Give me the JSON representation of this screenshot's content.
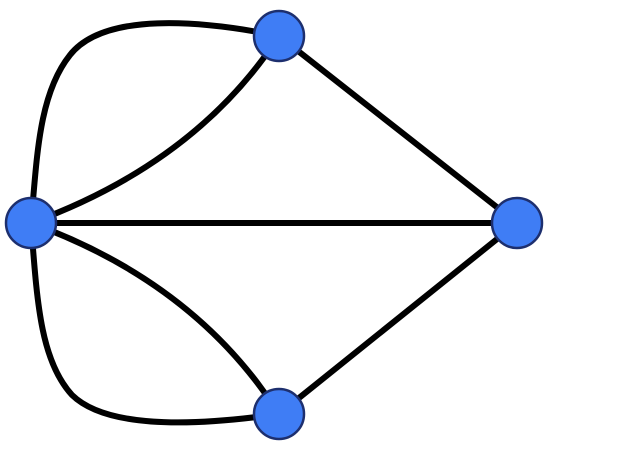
{
  "graph": {
    "node_color": "#3f7df5",
    "node_stroke": "#1d2f6e",
    "edge_color": "#000000",
    "nodes": [
      "left",
      "top",
      "right",
      "bottom"
    ],
    "edges": [
      {
        "from": "left",
        "to": "right"
      },
      {
        "from": "top",
        "to": "right"
      },
      {
        "from": "bottom",
        "to": "right"
      },
      {
        "from": "left",
        "to": "top"
      },
      {
        "from": "left",
        "to": "top"
      },
      {
        "from": "left",
        "to": "bottom"
      },
      {
        "from": "left",
        "to": "bottom"
      }
    ]
  }
}
